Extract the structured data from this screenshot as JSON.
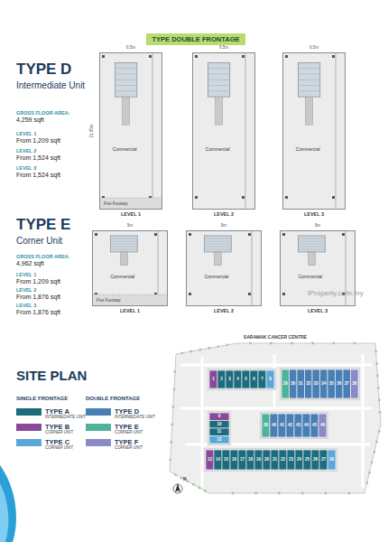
{
  "diagram": {
    "nodes": [
      {
        "text": [
          "TYPE DOUBLE FRONTAGE"
        ]
      },
      {
        "text": [
          "Commercial",
          "Five Footway",
          "LEVEL 1"
        ]
      },
      {
        "text": [
          "Commercial",
          "LEVEL 2"
        ]
      },
      {
        "text": [
          "Commercial",
          "LEVEL 3"
        ]
      },
      {
        "text": [
          "Commercial",
          "Five Footway",
          "LEVEL 1"
        ]
      },
      {
        "text": [
          "Commercial",
          "LEVEL 2"
        ]
      },
      {
        "text": [
          "Commercial",
          "LEVEL 3"
        ]
      }
    ],
    "labels": [
      "TYPE D",
      "Intermediate Unit",
      "GROSS FLOOR AREA:",
      "4,259 sqft",
      "LEVEL 1",
      "From 1,209 sqft",
      "LEVEL 2",
      "From 1,524 sqft",
      "LEVEL 3",
      "From 1,524 sqft",
      "TYPE E",
      "Corner Unit",
      "GROSS FLOOR AREA:",
      "4,962 sqft",
      "LEVEL 1",
      "From 1,209 sqft",
      "LEVEL 2",
      "From 1,876 sqft",
      "LEVEL 3",
      "From 1,876 sqft",
      "6.5m",
      "6.5m",
      "6.5m",
      "21.95m",
      "9m",
      "9m",
      "9m",
      "iProperty.com.my",
      "SARAWAK CANCER CENTRE",
      "SITE PLAN",
      "SINGLE FRONTAGE",
      "DOUBLE FRONTAGE",
      "INTERMEDIATE UNIT",
      "CORNER UNIT",
      "CORNER UNIT",
      "INTERMEDIATE UNIT",
      "CORNER UNIT",
      "CORNER UNIT",
      "N",
      "1",
      "2",
      "3",
      "4",
      "5",
      "6",
      "7",
      "8",
      "9",
      "10",
      "11",
      "12",
      "13",
      "14",
      "15",
      "16",
      "17",
      "18",
      "19",
      "20",
      "21",
      "22",
      "23",
      "24",
      "25",
      "26",
      "27",
      "28",
      "29",
      "30",
      "31",
      "32",
      "33",
      "34",
      "35",
      "36",
      "37",
      "38",
      "39",
      "40",
      "41",
      "42",
      "43",
      "44",
      "45",
      "46"
    ],
    "legend": [
      {
        "text": "TYPE A",
        "color": "#1d6b7c"
      },
      {
        "text": "TYPE B",
        "color": "#8a4a9a"
      },
      {
        "text": "TYPE C",
        "color": "#5ba7d8"
      },
      {
        "text": "TYPE D",
        "color": "#4a7fb5"
      },
      {
        "text": "TYPE E",
        "color": "#4fb39a"
      },
      {
        "text": "TYPE F",
        "color": "#8a8ac6"
      }
    ]
  }
}
